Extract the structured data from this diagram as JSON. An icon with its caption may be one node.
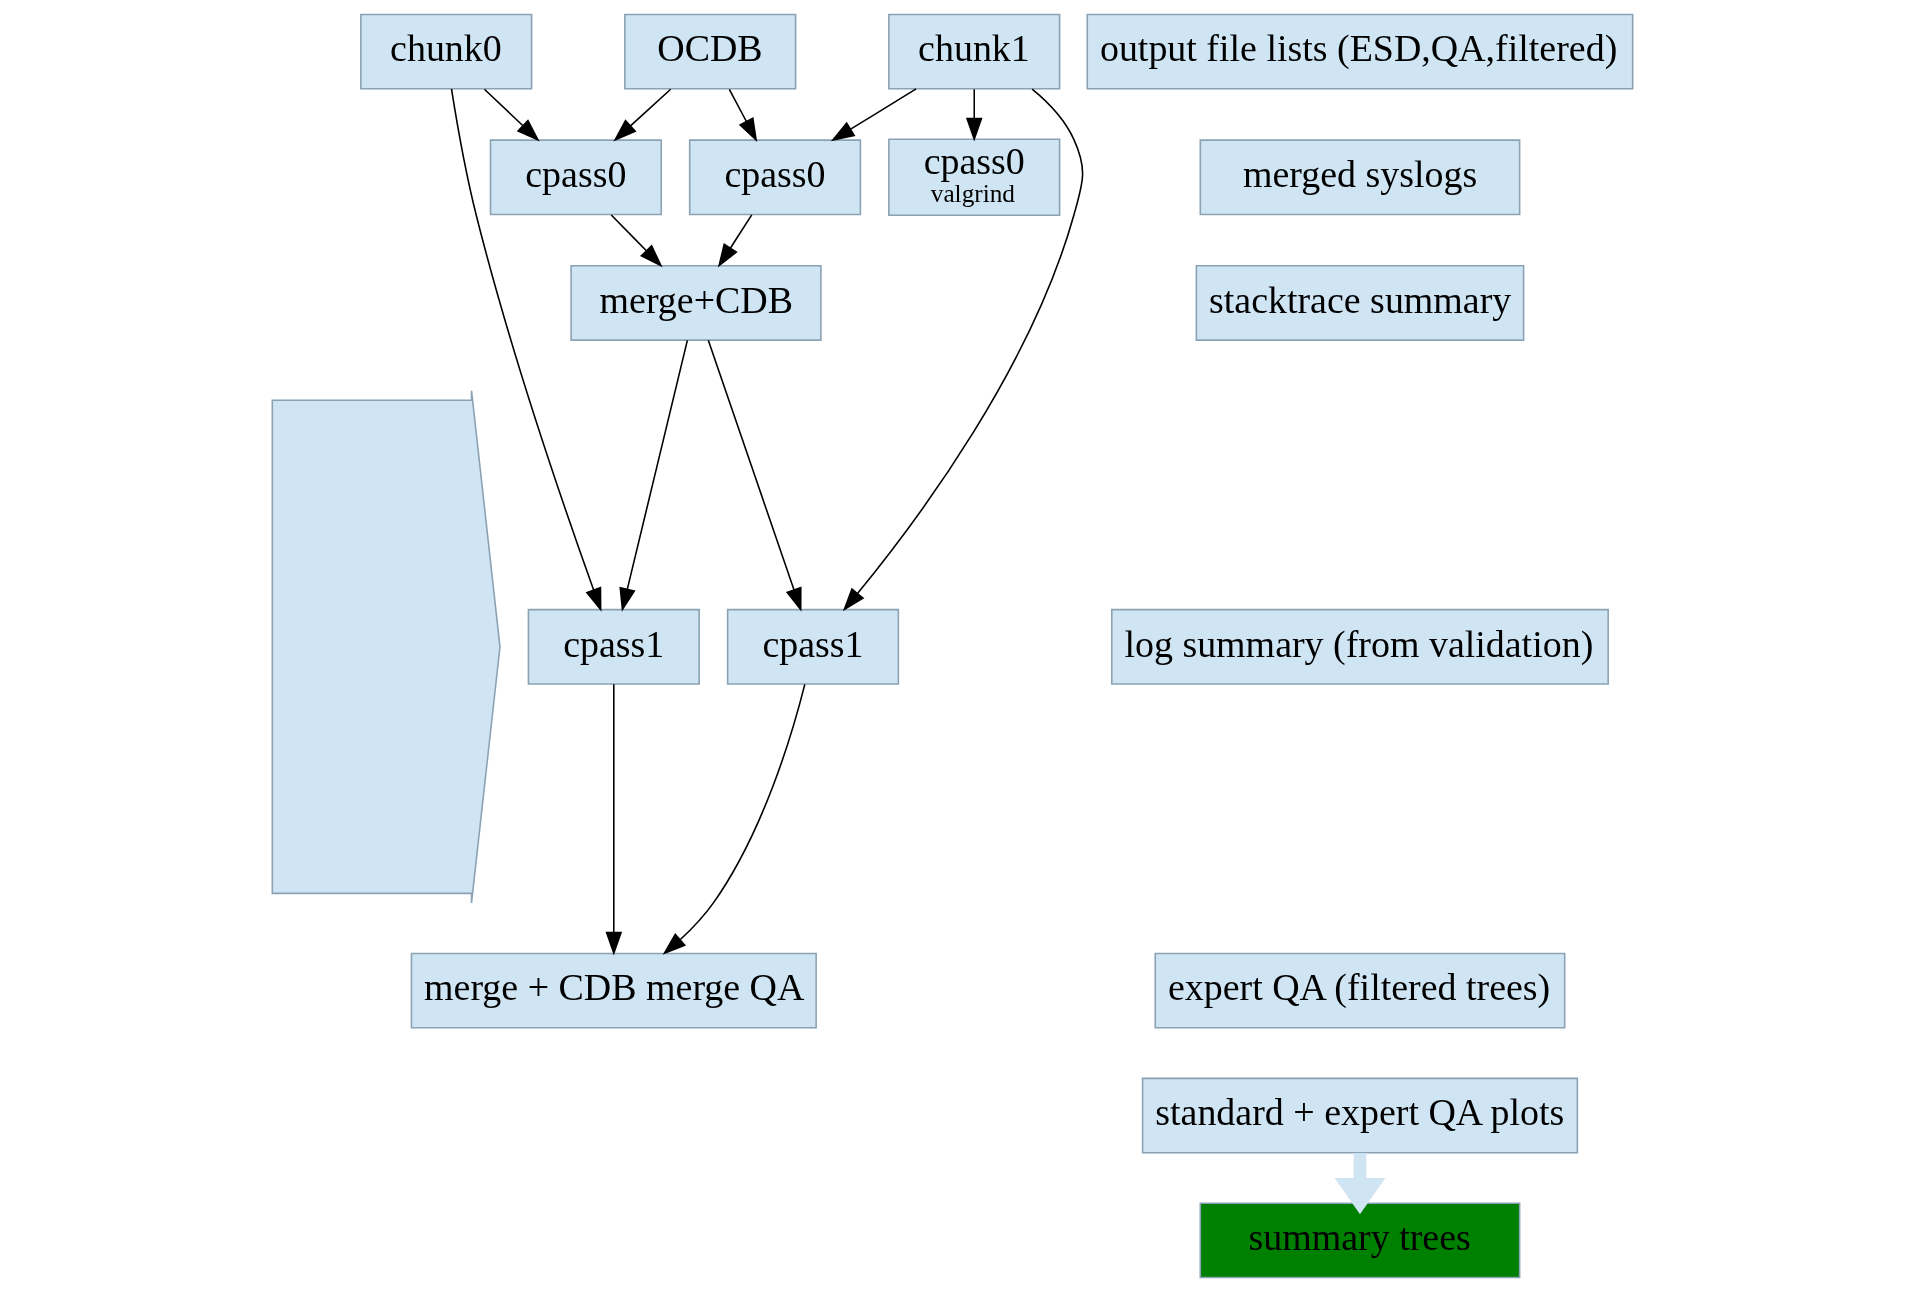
{
  "diagram": {
    "nodes": [
      {
        "text": [
          "chunk0"
        ]
      },
      {
        "text": [
          "chunk1"
        ]
      },
      {
        "text": [
          "OCDB"
        ]
      },
      {
        "text": [
          "cpass0"
        ]
      },
      {
        "text": [
          "cpass0"
        ]
      },
      {
        "text": [
          "cpass0",
          "valgrind"
        ]
      },
      {
        "text": [
          "merge+CDB"
        ]
      },
      {
        "text": [
          "cpass1"
        ]
      },
      {
        "text": [
          "cpass1"
        ]
      },
      {
        "text": [
          "merge + CDB merge QA"
        ]
      },
      {
        "text": [],
        "shape": "arrow"
      },
      {
        "text": [
          "output file lists (ESD,QA,filtered)"
        ]
      },
      {
        "text": [
          "merged syslogs"
        ]
      },
      {
        "text": [
          "stacktrace summary"
        ]
      },
      {
        "text": [
          "log summary (from validation)"
        ]
      },
      {
        "text": [
          "expert QA (filtered trees)"
        ]
      },
      {
        "text": [
          "standard + expert QA plots"
        ]
      },
      {
        "text": [
          "summary trees"
        ]
      }
    ],
    "edges": [
      {
        "from": 0,
        "to": 3,
        "arrow": "to"
      },
      {
        "from": 2,
        "to": 3,
        "arrow": "to"
      },
      {
        "from": 2,
        "to": 4,
        "arrow": "to"
      },
      {
        "from": 1,
        "to": 4,
        "arrow": "to"
      },
      {
        "from": 1,
        "to": 5,
        "arrow": "to"
      },
      {
        "from": 0,
        "to": 7,
        "arrow": "to"
      },
      {
        "from": 1,
        "to": 8,
        "arrow": "to"
      },
      {
        "from": 3,
        "to": 6,
        "arrow": "to"
      },
      {
        "from": 4,
        "to": 6,
        "arrow": "to"
      },
      {
        "from": 6,
        "to": 7,
        "arrow": "to"
      },
      {
        "from": 6,
        "to": 8,
        "arrow": "to"
      },
      {
        "from": 7,
        "to": 9,
        "arrow": "to"
      },
      {
        "from": 8,
        "to": 9,
        "arrow": "to"
      },
      {
        "from": 16,
        "to": 17,
        "arrow": "to",
        "style": "thick",
        "color": "#cfe5f3"
      }
    ]
  }
}
